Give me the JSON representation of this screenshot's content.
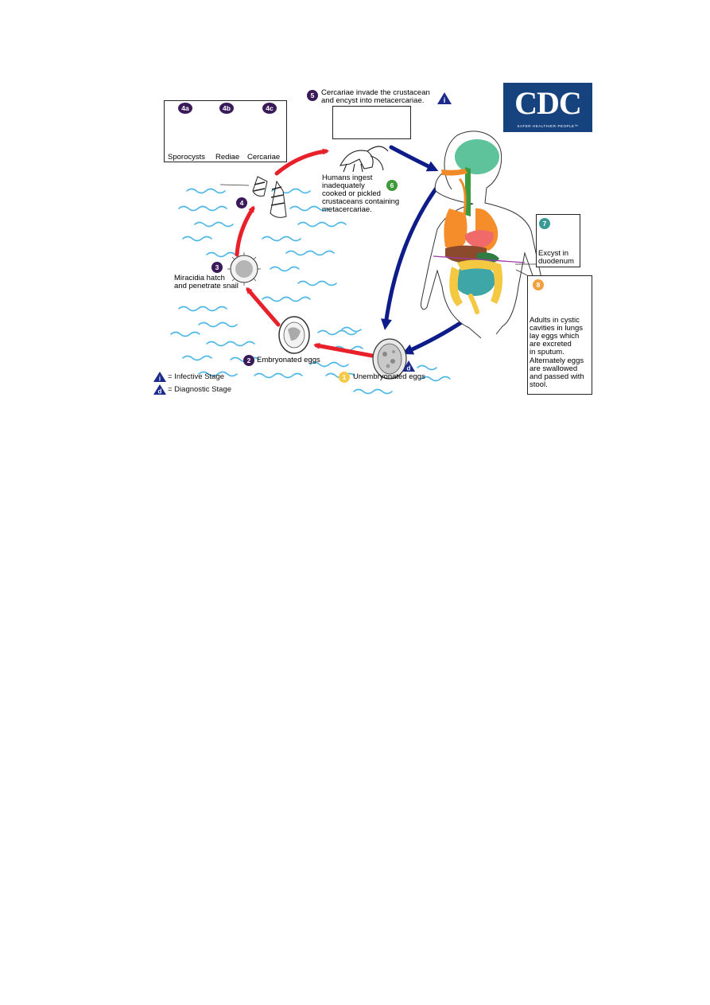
{
  "logo": {
    "text": "CDC",
    "tagline": "SAFER·HEALTHIER·PEOPLE™"
  },
  "stages": {
    "s1": {
      "badge": "1",
      "label": "Unembryonated eggs"
    },
    "s2": {
      "badge": "2",
      "label": "Embryonated eggs"
    },
    "s3": {
      "badge": "3",
      "label_line1": "Miracidia hatch",
      "label_line2": "and penetrate snail"
    },
    "s4": {
      "badge": "4"
    },
    "s4a": {
      "badge": "4a",
      "label": "Sporocysts"
    },
    "s4b": {
      "badge": "4b",
      "label": "Rediae"
    },
    "s4c": {
      "badge": "4c",
      "label": "Cercariae"
    },
    "s5": {
      "badge": "5",
      "label_line1": "Cercariae invade the crustacean",
      "label_line2": "and encyst into metacercariae."
    },
    "s6": {
      "badge": "6",
      "lines": [
        "Humans ingest",
        "inadequately",
        "cooked or pickled",
        "crustaceans containing",
        "metacercariae."
      ]
    },
    "s7": {
      "badge": "7",
      "lines": [
        "Excyst in",
        "duodenum"
      ]
    },
    "s8": {
      "badge": "8",
      "lines": [
        "Adults in cystic",
        "cavities in lungs",
        "lay eggs which",
        "are excreted",
        "in sputum.",
        "Alternately eggs",
        "are swallowed",
        "and passed with",
        "stool."
      ]
    }
  },
  "markers": {
    "infective": "i",
    "diagnostic": "d"
  },
  "legend": {
    "infective": "= Infective Stage",
    "diagnostic": "= Diagnostic Stage"
  },
  "colors": {
    "red_arrow": "#e8202a",
    "blue_arrow": "#0e1c8a",
    "water": "#4fb7e6",
    "stage_purple": "#3b1a5a",
    "cdc_blue": "#16427e"
  }
}
